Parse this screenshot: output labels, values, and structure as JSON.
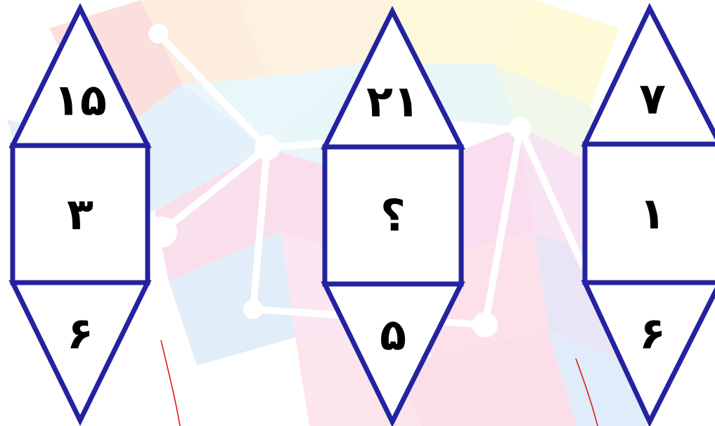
{
  "colors": {
    "outline": "#2323a0",
    "cell_fill": "#ffffff",
    "text": "#000000",
    "pen_mark": "#e01818"
  },
  "puzzle": {
    "figures": [
      {
        "top": "۱۵",
        "middle": "۳",
        "bottom": "۶"
      },
      {
        "top": "۲۱",
        "middle": "؟",
        "bottom": "۵"
      },
      {
        "top": "۷",
        "middle": "۱",
        "bottom": "۶"
      }
    ]
  }
}
